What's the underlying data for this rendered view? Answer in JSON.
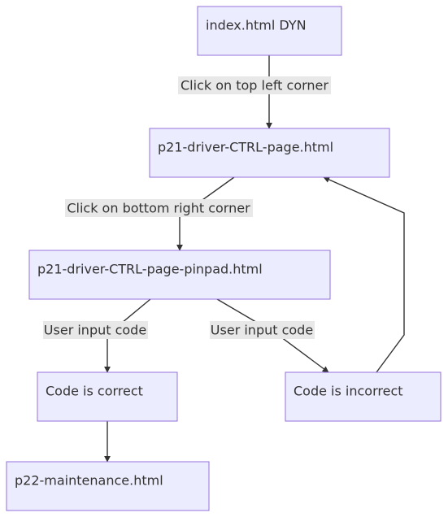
{
  "nodes": {
    "index": "index.html DYN",
    "ctrl_page": "p21-driver-CTRL-page.html",
    "pinpad": "p21-driver-CTRL-page-pinpad.html",
    "correct": "Code is correct",
    "incorrect": "Code is incorrect",
    "maintenance": "p22-maintenance.html"
  },
  "edges": {
    "index_to_ctrl": "Click on top left corner",
    "ctrl_to_pinpad": "Click on bottom right corner",
    "pinpad_to_correct": "User input code",
    "pinpad_to_incorrect": "User input code"
  },
  "colors": {
    "node_fill": "#ececff",
    "node_stroke": "#9370db",
    "edge": "#333333",
    "label_bg": "#e8e8e8"
  }
}
